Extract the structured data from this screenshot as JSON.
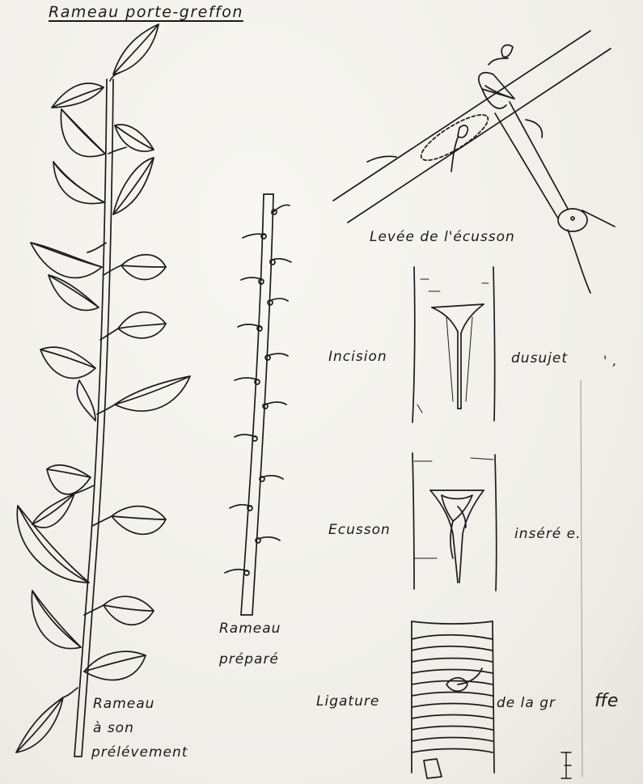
{
  "title": "Rameau porte-greffon",
  "captions": {
    "levee": "Levée de l'écusson",
    "incision": "Incision",
    "dusujet": "dusujet",
    "dusujet_mark": "' ,",
    "ecusson": "Ecusson",
    "insere": "inséré e.",
    "ligature": "Ligature",
    "delagr": "de la gr",
    "ffe": "ffe",
    "rameau_prepare_1": "Rameau",
    "rameau_prepare_2": "préparé",
    "rameau_prelevement_1": "Rameau",
    "rameau_prelevement_2": "à son",
    "rameau_prelevement_3": "prélévement"
  }
}
